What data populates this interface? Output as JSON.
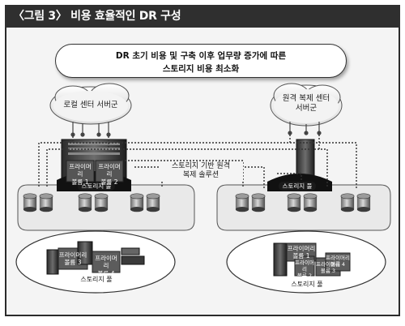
{
  "figure": {
    "title": "〈그림 3〉 비용 효율적인 DR 구성",
    "banner_line1": "DR 초기 비용 및 구축 이후 업무량 증가에 따른",
    "banner_line2": "스토리지 비용 최소화"
  },
  "left_site": {
    "cloud_label": "로컬 센터 서버군",
    "pool_chip_label": "스토리지 풀",
    "volume_1": "프라이머리\n볼륨 1",
    "volume_2": "프라이머리\n볼륨 2",
    "volume_3": "프라이머리\n볼륨 3",
    "volume_4": "프라이머리\n볼륨 4",
    "bottom_pool_label": "스토리지 풀"
  },
  "right_site": {
    "cloud_label": "원격 복제 센터\n서버군",
    "pool_chip_label": "스토리지 풀",
    "volume_1": "프라이머리\n볼륨 1",
    "volume_2": "프라이머리\n볼륨 2",
    "volume_3": "프라이머리\n볼륨 3",
    "volume_4": "프라이머리\n볼륨 4",
    "bottom_pool_label": "스토리지 풀"
  },
  "center": {
    "solution_label": "스토리지 기반 원격\n복제 솔루션"
  }
}
